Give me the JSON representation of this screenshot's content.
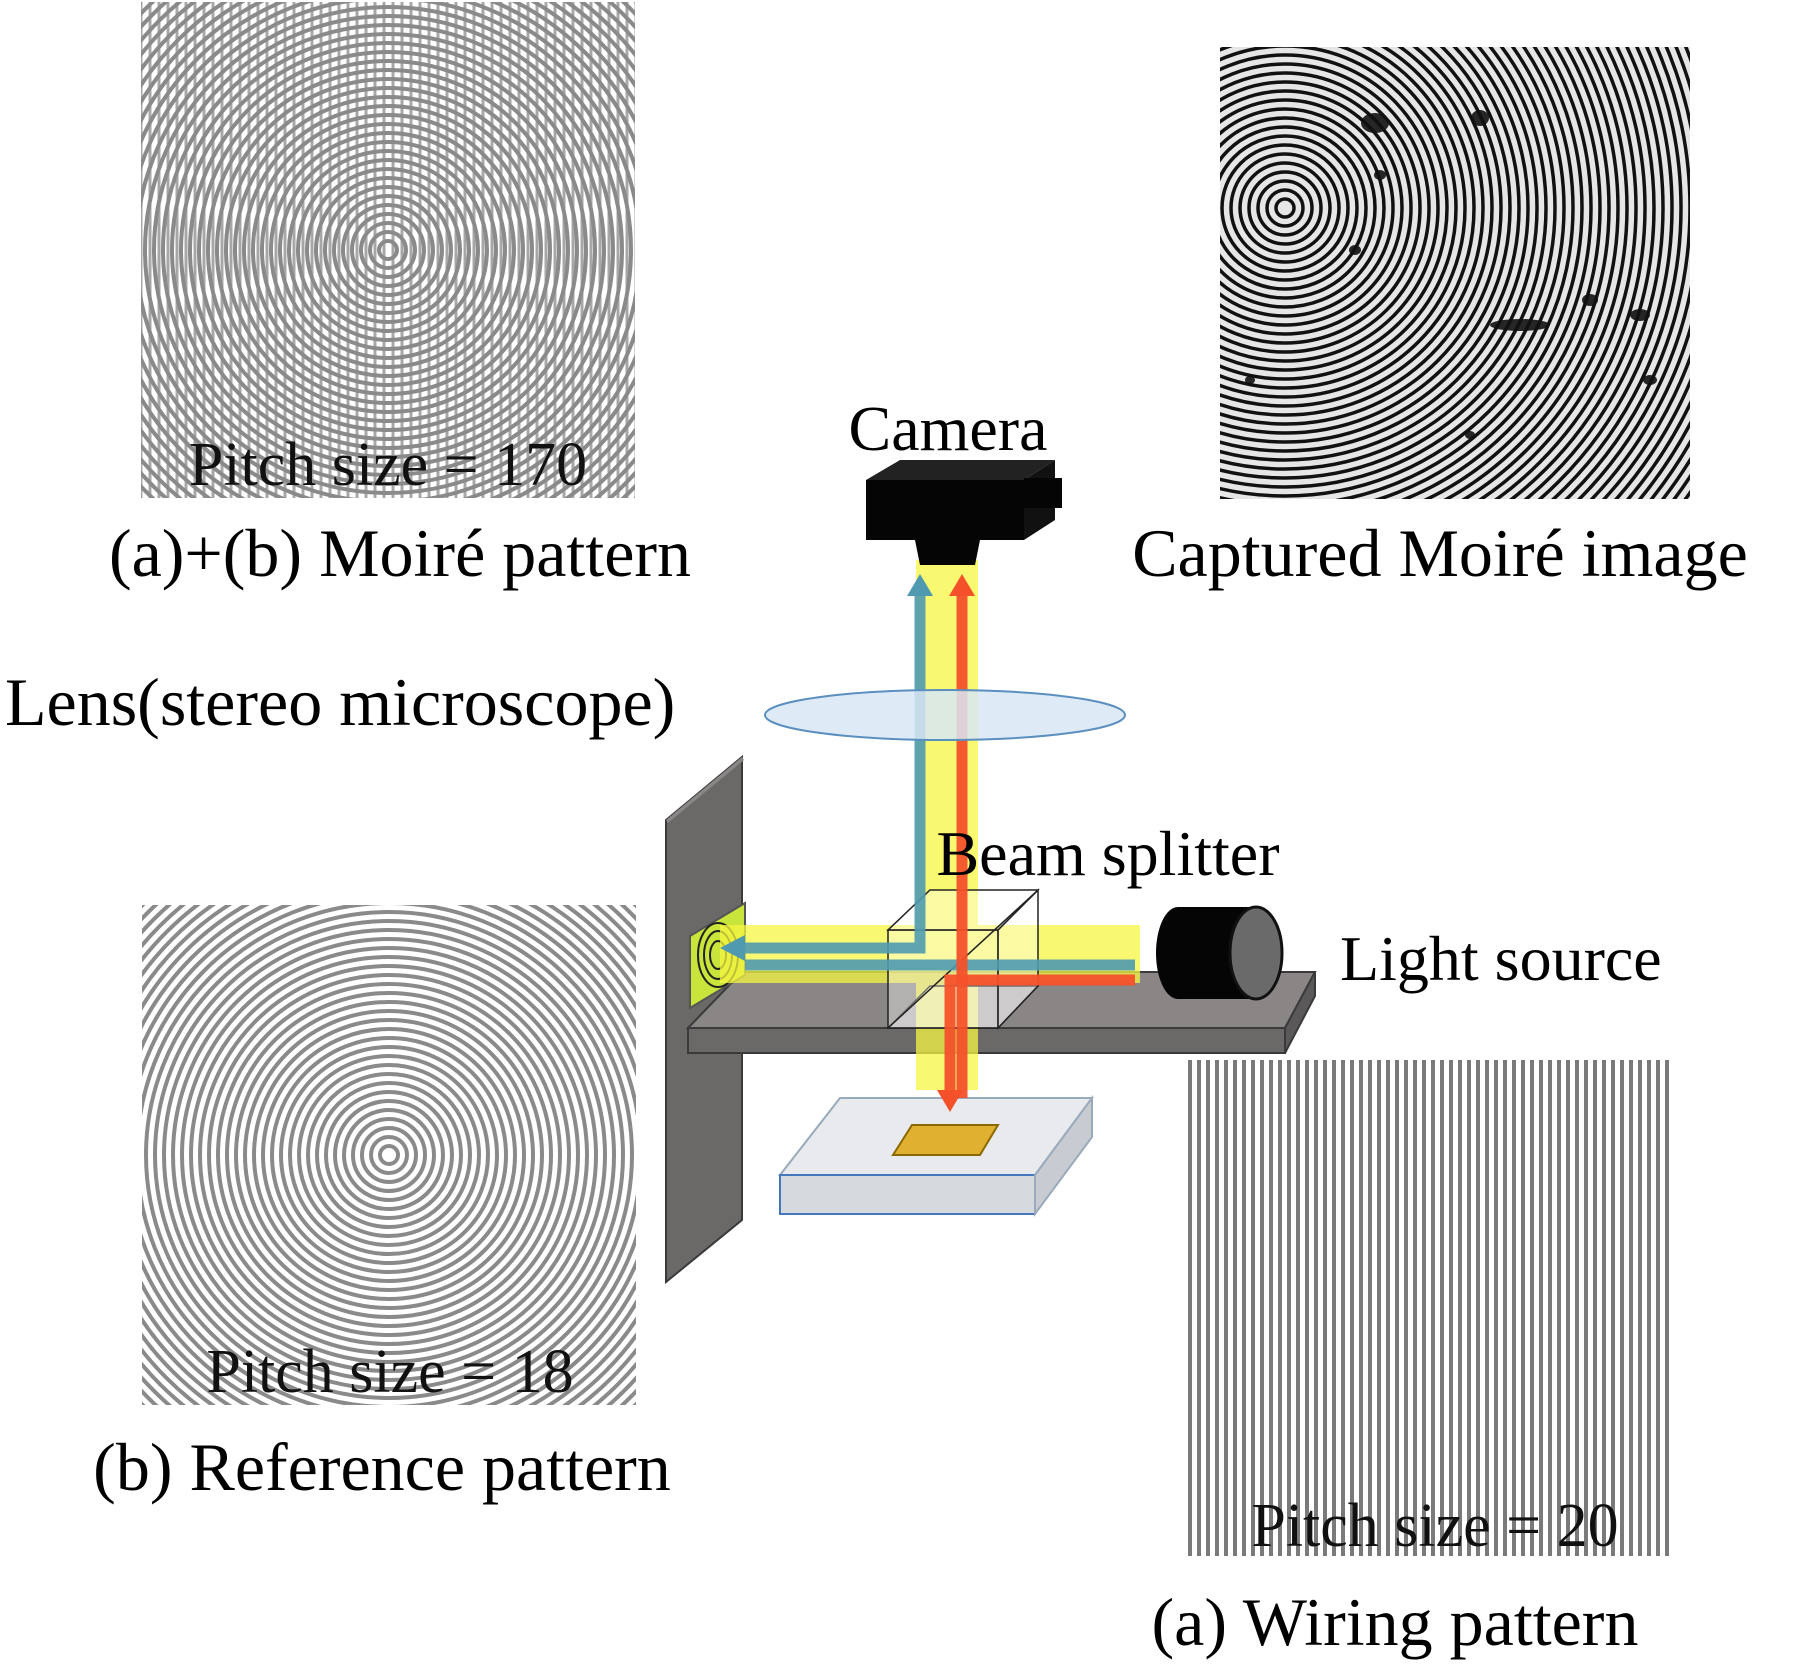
{
  "moire_panel": {
    "pitch_label": "Pitch size = 170",
    "caption": "(a)+(b) Moiré pattern"
  },
  "captured_panel": {
    "caption": "Captured Moiré image"
  },
  "reference_panel": {
    "pitch_label": "Pitch size = 18",
    "caption": "(b) Reference pattern"
  },
  "wiring_panel": {
    "pitch_label": "Pitch size = 20",
    "caption": "(a) Wiring pattern"
  },
  "setup": {
    "camera_label": "Camera",
    "lens_label": "Lens(stereo microscope)",
    "beam_splitter_label": "Beam splitter",
    "light_source_label": "Light source"
  },
  "colors": {
    "illumination_beam": "#f5f542",
    "reference_beam": "#4f9ab0",
    "object_beam": "#f4512a",
    "frame": "#6b6868",
    "lens": "#d8e8f5"
  }
}
